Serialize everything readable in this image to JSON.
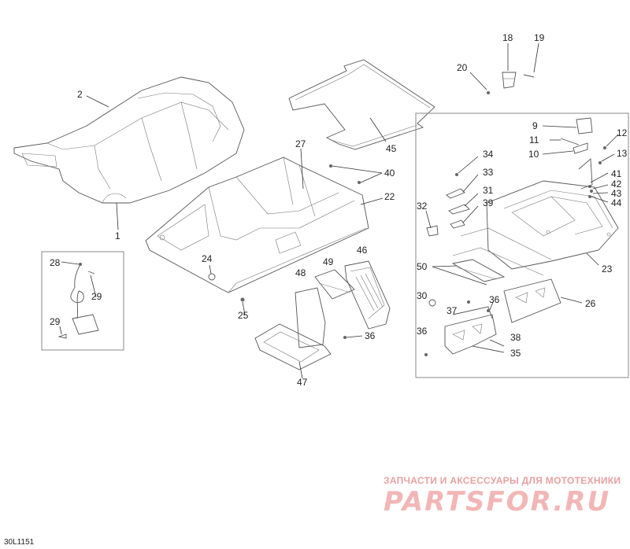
{
  "diagram": {
    "code": "30L1151",
    "callouts": {
      "c1": "1",
      "c2": "2",
      "c18": "18",
      "c19": "19",
      "c20": "20",
      "c9": "9",
      "c11": "11",
      "c10": "10",
      "c12": "12",
      "c13": "13",
      "c27": "27",
      "c40": "40",
      "c22": "22",
      "c45": "45",
      "c34": "34",
      "c33": "33",
      "c31": "31",
      "c39": "39",
      "c32": "32",
      "c41": "41",
      "c42": "42",
      "c43": "43",
      "c44": "44",
      "c23": "23",
      "c50": "50",
      "c26": "26",
      "c30": "30",
      "c37": "37",
      "c36a": "36",
      "c36b": "36",
      "c38": "38",
      "c35": "35",
      "c28": "28",
      "c29a": "29",
      "c29b": "29",
      "c24": "24",
      "c25": "25",
      "c49": "49",
      "c46": "46",
      "c48": "48",
      "c36c": "36",
      "c47": "47"
    }
  },
  "watermark": {
    "tagline": "ЗАПЧАСТИ И АКСЕССУАРЫ ДЛЯ МОТОТЕХНИКИ",
    "logo": "PARTSFOR.RU"
  }
}
